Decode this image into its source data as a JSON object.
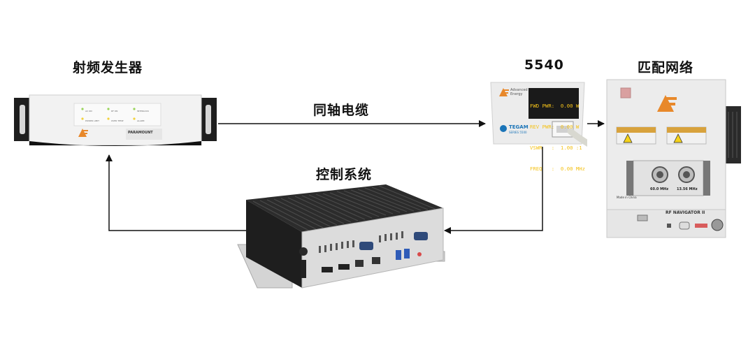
{
  "labels": {
    "rf_generator": "射频发生器",
    "meter": "5540",
    "matching_network": "匹配网络",
    "coax_cable": "同轴电缆",
    "control_system": "控制系统"
  },
  "generator": {
    "brand": "PARAMOUNT",
    "indicators": [
      "AC ON",
      "RF ON",
      "INTERLOCK",
      "POWER LIMIT",
      "OVER TEMP",
      "ALARM"
    ]
  },
  "meter": {
    "brand_line1": "Advanced",
    "brand_line2": "Energy",
    "display_lines": [
      "FWD PWR:  0.00 W",
      "REV PWR:  0.00 W",
      "VSWR   :  1.00 :1",
      "FREQ   :  0.00 MHz"
    ],
    "tegam": "TEGAM",
    "series": "SERIES 5500"
  },
  "matcher": {
    "freq_left": "60.0 MHz",
    "freq_right": "13.56 MHz",
    "made_in": "Made in China",
    "model": "RF NAVIGATOR II"
  },
  "colors": {
    "ae_orange": "#e8882a",
    "meter_text": "#f4c21a",
    "arrow": "#111111"
  }
}
